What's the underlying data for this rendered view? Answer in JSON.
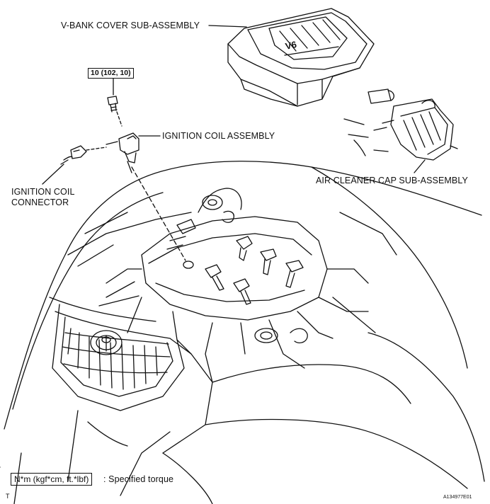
{
  "labels": {
    "v_bank_cover": "V-BANK COVER SUB-ASSEMBLY",
    "torque_spec": "10 (102, 10)",
    "ignition_coil_assembly": "IGNITION COIL ASSEMBLY",
    "ignition_coil_connector_line1": "IGNITION COIL",
    "ignition_coil_connector_line2": "CONNECTOR",
    "air_cleaner_cap": "AIR CLEANER CAP SUB-ASSEMBLY",
    "cover_emblem": "V6"
  },
  "legend": {
    "unit_box": "N*m (kgf*cm, ft.*lbf)",
    "description": ": Specified torque"
  },
  "footer": {
    "left_mark": "T",
    "figure_id": "A134977E01"
  }
}
